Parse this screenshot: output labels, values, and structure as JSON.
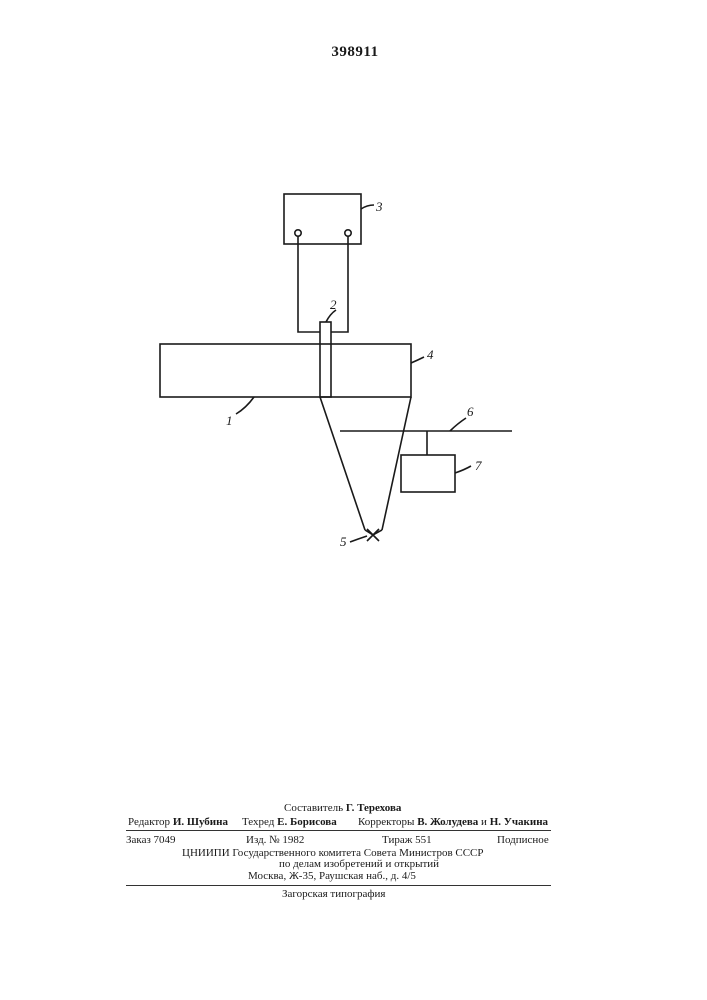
{
  "patent_number": "398911",
  "figure_labels": [
    "1",
    "2",
    "3",
    "4",
    "5",
    "6",
    "7"
  ],
  "imprint": {
    "compiler_role": "Составитель",
    "compiler_name": "Г. Терехова",
    "editor_role": "Редактор",
    "editor_name": "И. Шубина",
    "techred_role": "Техред",
    "techred_name": "Е. Борисова",
    "correctors_role": "Корректоры",
    "corrector1_name": "В. Жолудева",
    "and_word": "и",
    "corrector2_name": "Н. Учакина",
    "order": "Заказ 7049",
    "edition": "Изд. № 1982",
    "circulation": "Тираж 551",
    "subscription": "Подписное",
    "org_line1": "ЦНИИПИ  Государственного комитета Совета Министров СССР",
    "org_line2": "по делам изобретений и открытий",
    "org_line3": "Москва, Ж-35, Раушская наб., д. 4/5",
    "printer": "Загорская типография"
  }
}
